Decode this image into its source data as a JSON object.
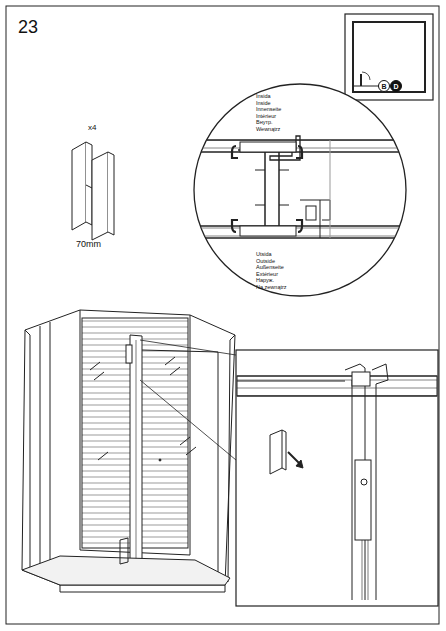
{
  "diagram": {
    "nodes": [
      {
        "text": [
          "B"
        ]
      },
      {
        "text": [
          "D"
        ]
      }
    ],
    "labels": [
      "23",
      "x4",
      "70mm",
      "Insida",
      "Inside",
      "Innenseite",
      "Intérieur",
      "Внутр.",
      "Wewnątrz",
      "Utsida",
      "Outside",
      "Außenseite",
      "Extérieur",
      "Наруж.",
      "Na zewnątrz"
    ]
  }
}
